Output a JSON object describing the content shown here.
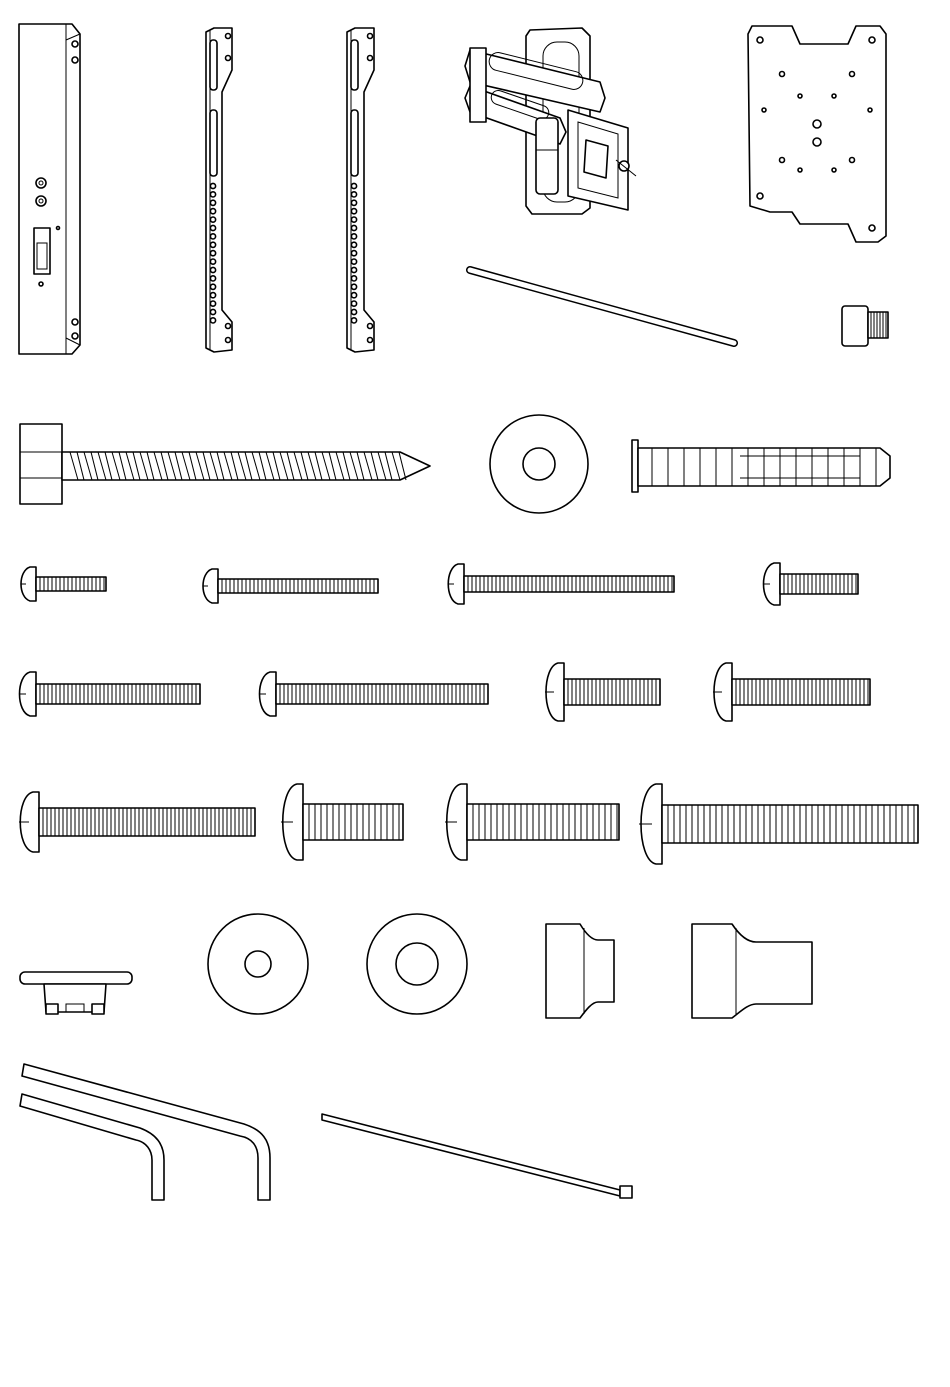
{
  "sheet": {
    "background": "#ffffff",
    "line_color": "#000000",
    "parts": [
      {
        "name": "wall-rail-bracket",
        "icon": "wall-rail-icon"
      },
      {
        "name": "vertical-slotted-bar-a",
        "icon": "slotted-bar-icon"
      },
      {
        "name": "vertical-slotted-bar-b",
        "icon": "slotted-bar-icon"
      },
      {
        "name": "swing-arm-assembly",
        "icon": "articulating-arm-icon"
      },
      {
        "name": "vesa-mounting-plate",
        "icon": "vesa-plate-icon"
      },
      {
        "name": "hinge-pin-rod",
        "icon": "rod-icon"
      },
      {
        "name": "threaded-spacer",
        "icon": "spacer-icon"
      },
      {
        "name": "lag-bolt",
        "icon": "lag-bolt-icon"
      },
      {
        "name": "large-flat-washer",
        "icon": "washer-icon"
      },
      {
        "name": "wall-anchor",
        "icon": "wall-anchor-icon"
      },
      {
        "name": "machine-screws",
        "icon": "screw-icon"
      },
      {
        "name": "cable-clip",
        "icon": "clip-icon"
      },
      {
        "name": "washers",
        "icon": "washer-icon"
      },
      {
        "name": "stepped-spacers",
        "icon": "spacer-icon"
      },
      {
        "name": "allen-keys",
        "icon": "hex-key-icon"
      },
      {
        "name": "cable-tie",
        "icon": "cable-tie-icon"
      }
    ]
  }
}
